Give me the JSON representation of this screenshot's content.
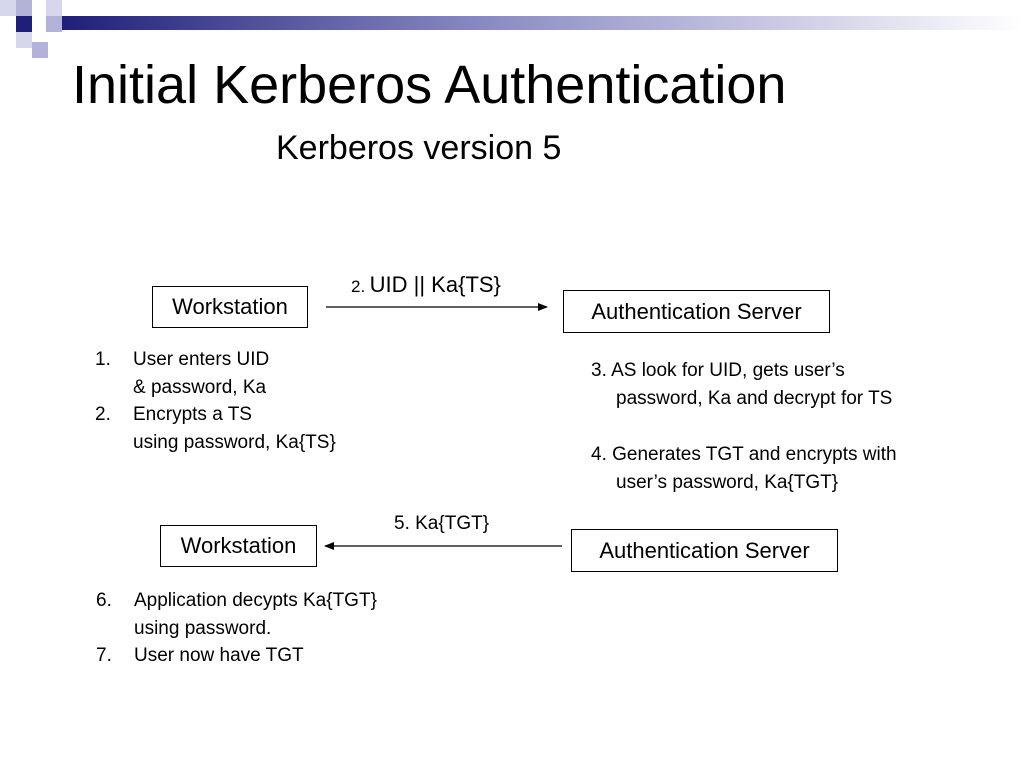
{
  "slide": {
    "title": "Initial Kerberos Authentication",
    "subtitle": "Kerberos version 5"
  },
  "diagram": {
    "top": {
      "workstation_label": "Workstation",
      "server_label": "Authentication Server",
      "arrow_num": "2.",
      "arrow_text": "UID || Ka{TS}",
      "client_steps": [
        {
          "num": "1.",
          "line1": "User enters UID",
          "line2": "& password, Ka"
        },
        {
          "num": "2.",
          "line1": "Encrypts a TS",
          "line2": "using password, Ka{TS}"
        }
      ],
      "server_steps": [
        {
          "line1": "3. AS look for UID, gets user’s",
          "line2": "password, Ka and decrypt for TS"
        },
        {
          "line1": "4. Generates TGT and encrypts with",
          "line2": "user’s password, Ka{TGT}"
        }
      ]
    },
    "bottom": {
      "workstation_label": "Workstation",
      "server_label": "Authentication Server",
      "arrow_text": "5. Ka{TGT}",
      "client_steps": [
        {
          "num": "6.",
          "line1": "Application decypts Ka{TGT}",
          "line2": "using password."
        },
        {
          "num": "7.",
          "line1": "User now have TGT",
          "line2": ""
        }
      ]
    }
  },
  "colors": {
    "navy": "#1f1f7a",
    "lavender": "#b3b3d9",
    "pale": "#d6d6ec"
  }
}
